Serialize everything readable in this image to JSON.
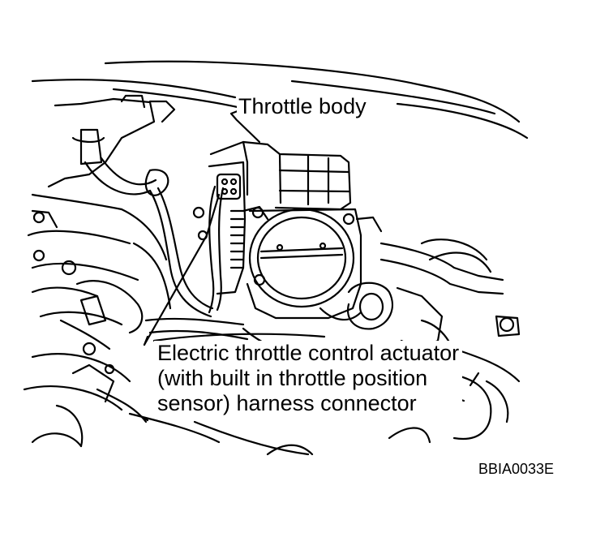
{
  "labels": {
    "throttle_body": "Throttle body",
    "actuator_lines": [
      "Electric throttle control actuator",
      "(with built in throttle position",
      "sensor) harness connector"
    ],
    "figure_code": "BBIA0033E"
  }
}
